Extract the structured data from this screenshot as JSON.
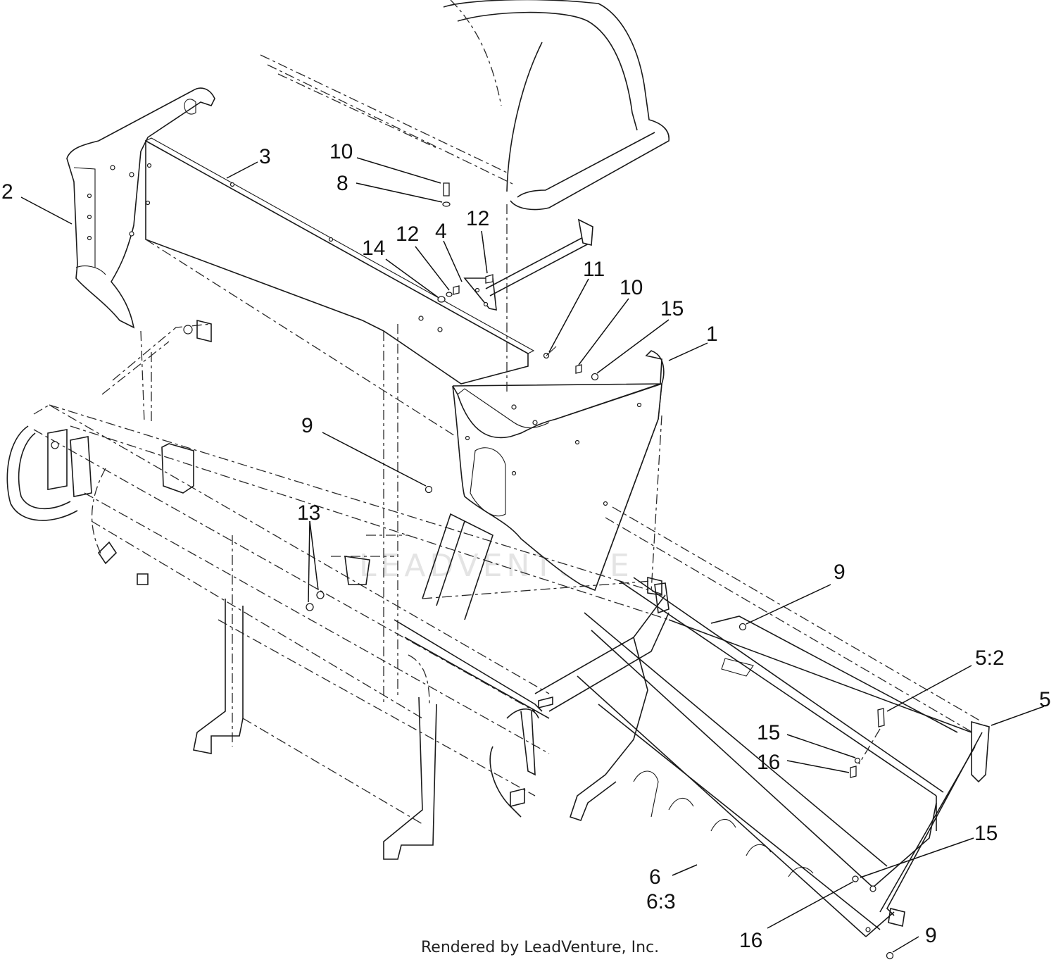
{
  "diagram": {
    "callouts": [
      {
        "id": "c-2",
        "text": "2"
      },
      {
        "id": "c-3",
        "text": "3"
      },
      {
        "id": "c-10a",
        "text": "10"
      },
      {
        "id": "c-8",
        "text": "8"
      },
      {
        "id": "c-12a",
        "text": "12"
      },
      {
        "id": "c-4",
        "text": "4"
      },
      {
        "id": "c-12b",
        "text": "12"
      },
      {
        "id": "c-14",
        "text": "14"
      },
      {
        "id": "c-11",
        "text": "11"
      },
      {
        "id": "c-10b",
        "text": "10"
      },
      {
        "id": "c-15a",
        "text": "15"
      },
      {
        "id": "c-1",
        "text": "1"
      },
      {
        "id": "c-9a",
        "text": "9"
      },
      {
        "id": "c-13",
        "text": "13"
      },
      {
        "id": "c-9b",
        "text": "9"
      },
      {
        "id": "c-5-2",
        "text": "5:2"
      },
      {
        "id": "c-5",
        "text": "5"
      },
      {
        "id": "c-15b",
        "text": "15"
      },
      {
        "id": "c-16a",
        "text": "16"
      },
      {
        "id": "c-15c",
        "text": "15"
      },
      {
        "id": "c-6",
        "text": "6"
      },
      {
        "id": "c-6-3",
        "text": "6:3"
      },
      {
        "id": "c-16b",
        "text": "16"
      },
      {
        "id": "c-9c",
        "text": "9"
      }
    ],
    "watermark": "LEADVENTURE",
    "footer": "Rendered by LeadVenture, Inc."
  }
}
